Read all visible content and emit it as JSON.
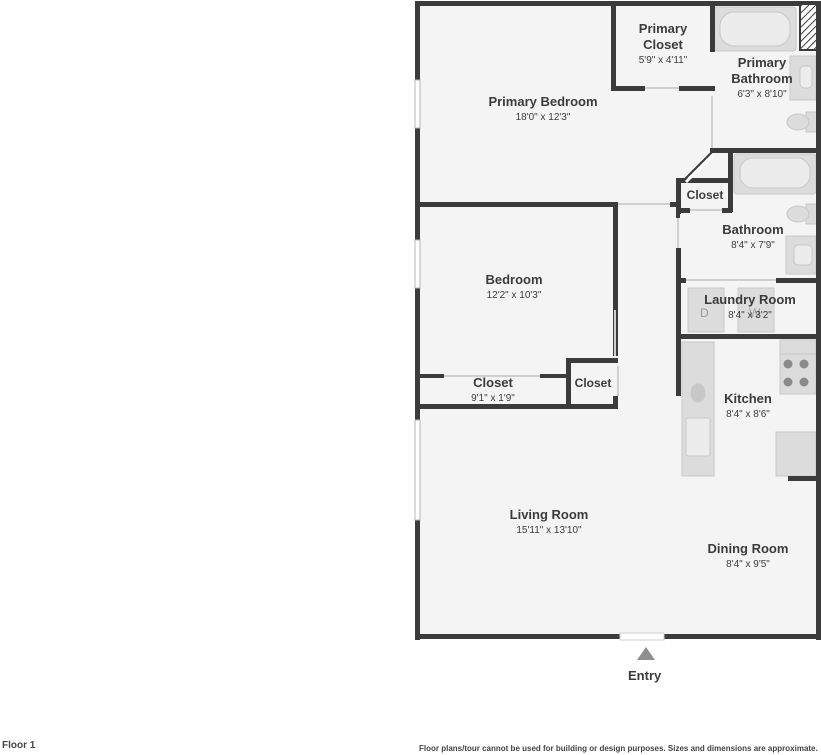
{
  "rooms": {
    "primary_bedroom": {
      "name": "Primary Bedroom",
      "dims": "18'0\" x 12'3\""
    },
    "primary_closet": {
      "name_line1": "Primary",
      "name_line2": "Closet",
      "dims": "5'9\" x 4'11\""
    },
    "primary_bathroom": {
      "name_line1": "Primary",
      "name_line2": "Bathroom",
      "dims": "6'3\" x 8'10\""
    },
    "hall_closet": {
      "name": "Closet"
    },
    "bathroom": {
      "name": "Bathroom",
      "dims": "8'4\" x 7'9\""
    },
    "laundry_room": {
      "name": "Laundry Room",
      "dims": "8'4\" x 3'2\""
    },
    "bedroom": {
      "name": "Bedroom",
      "dims": "12'2\" x 10'3\""
    },
    "bedroom_closet": {
      "name": "Closet",
      "dims": "9'1\" x 1'9\""
    },
    "small_closet": {
      "name": "Closet"
    },
    "kitchen": {
      "name": "Kitchen",
      "dims": "8'4\" x 8'6\""
    },
    "living_room": {
      "name": "Living Room",
      "dims": "15'11\" x 13'10\""
    },
    "dining_room": {
      "name": "Dining Room",
      "dims": "8'4\" x 9'5\""
    }
  },
  "appliance_labels": {
    "dryer": "D",
    "washer": "W"
  },
  "entry": {
    "label": "Entry"
  },
  "footer": {
    "floor": "Floor 1",
    "disclaimer": "Floor plans/tour cannot be used for building or design purposes. Sizes and dimensions are approximate."
  },
  "colors": {
    "wall": "#3b3b3b",
    "floor": "#f4f4f4",
    "fixture": "#dcdcdc"
  }
}
